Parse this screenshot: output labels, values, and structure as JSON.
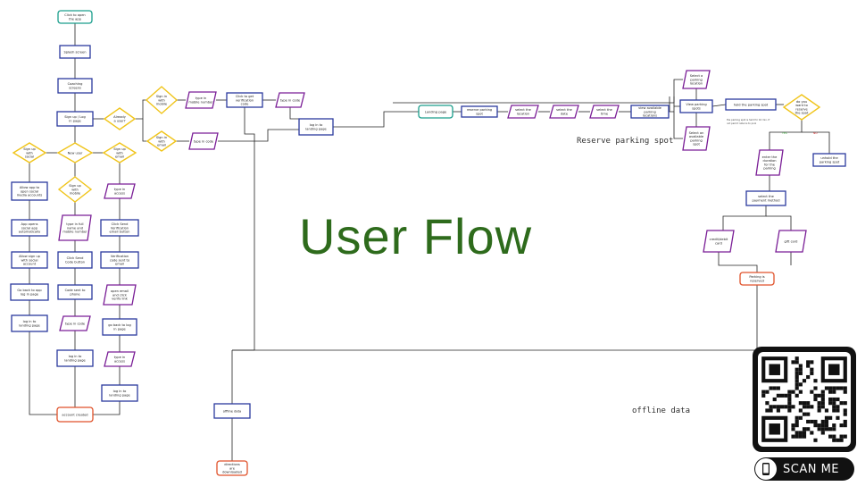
{
  "title": "User Flow",
  "labels": {
    "reserve": "Reserve parking spot",
    "offline": "offline data",
    "hold_note": "the parking spot is held for 10 min. If not paid it returns to pool",
    "yes": "YES",
    "no": "NO"
  },
  "scan": {
    "label": "SCAN ME"
  },
  "nodes": {
    "open_app": "Click to open the app",
    "splash": "Splash screen",
    "coaching": "Coaching screens",
    "signup_login": "Sign up / Log in page",
    "already_user": "Already a user?",
    "new_user": "New user",
    "signup_social": "Sign up with social",
    "signup_mobile": "Sign up with mobile",
    "signup_email": "Sign up with email",
    "allow_app": "Allow app to open social media accounts",
    "app_opens": "App opens social app automatically",
    "allow_signup": "Allow sign up with social account",
    "go_back_app": "Go back to app log in page",
    "login_landing_1": "log in to landing page",
    "type_full_name": "type in full name and mobile number",
    "click_send_code": "Click Send Code button",
    "code_sent_phone": "Code sent to phone",
    "type_code_1": "type in code",
    "login_landing_2": "log in to landing page",
    "type_access_1": "type in access",
    "click_send_verif": "Click Send Verification email button",
    "verif_sent_email": "Verification code sent to email",
    "open_email": "open email and click verify link",
    "go_back_login": "go back to log in page",
    "type_access_2": "type in access",
    "login_landing_3": "log in to landing page",
    "account_created": "account created",
    "signin_mobile": "Sign in with mobile",
    "signin_email": "Sign in with email",
    "type_mobile": "type in mobile number",
    "type_code_2": "type in code",
    "click_get_code": "Click to get verification code",
    "type_code_3": "type in code",
    "login_landing_4": "log in to landing page",
    "landing_page": "Landing page",
    "reserve_btn": "reserve parking spot",
    "select_location": "select the location",
    "select_date": "select the date",
    "select_time": "select the time",
    "view_locations": "view available parking locations",
    "select_location_2": "Select a parking location",
    "view_spots": "View parking spots",
    "select_available": "Select an available parking spot",
    "hold_spot": "hold the parking spot",
    "want_reserve": "do you want to reserve the spot",
    "enter_duration": "enter the duration for the parking",
    "unhold": "unhold the parking spot",
    "select_payment": "select the payment method",
    "credit_card": "credit/debit card",
    "gift_card": "gift card",
    "parking_reserved": "Parking is reserved",
    "offline_data": "offline data",
    "directions": "directions are downloaded"
  },
  "colors": {
    "process": "#2b3a9e",
    "decision": "#f0c419",
    "io": "#7a1e96",
    "terminal_start": "#1a9e8c",
    "terminal_end": "#e0522a",
    "title": "#2e6b1c"
  }
}
